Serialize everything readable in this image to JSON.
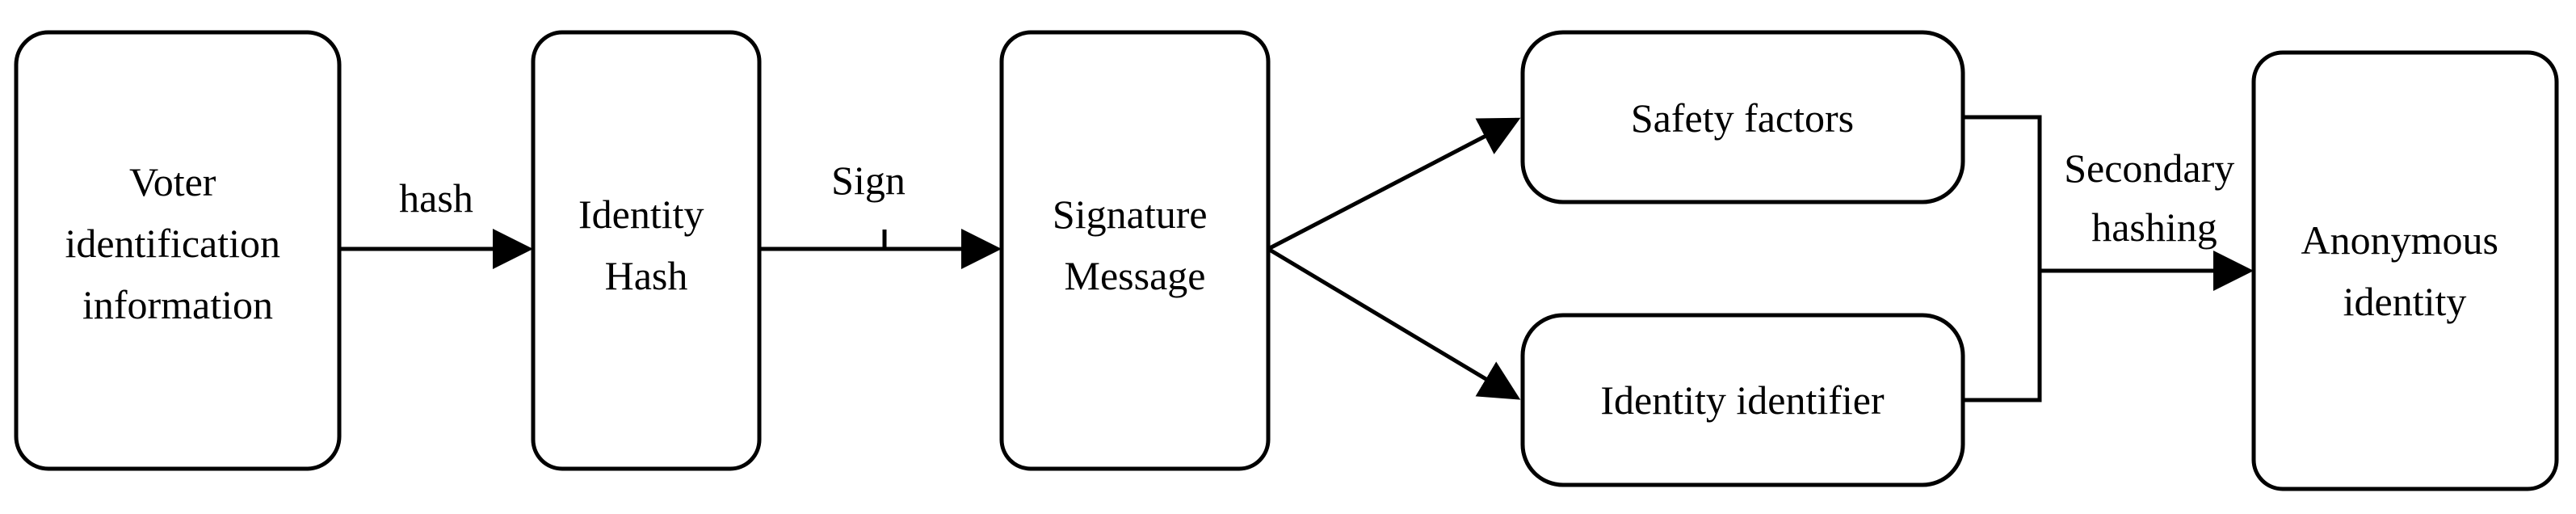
{
  "nodes": {
    "voter_info": {
      "lines": [
        "Voter",
        "identification",
        "information"
      ]
    },
    "identity_hash": {
      "lines": [
        "Identity",
        "Hash"
      ]
    },
    "signature_message": {
      "lines": [
        "Signature",
        "Message"
      ]
    },
    "safety_factors": {
      "lines": [
        "Safety factors"
      ]
    },
    "identity_identifier": {
      "lines": [
        "Identity identifier"
      ]
    },
    "anonymous_identity": {
      "lines": [
        "Anonymous",
        "identity"
      ]
    }
  },
  "edges": {
    "hash_label": "hash",
    "sign_label": "Sign",
    "secondary_line1": "Secondary",
    "secondary_line2": "hashing"
  }
}
